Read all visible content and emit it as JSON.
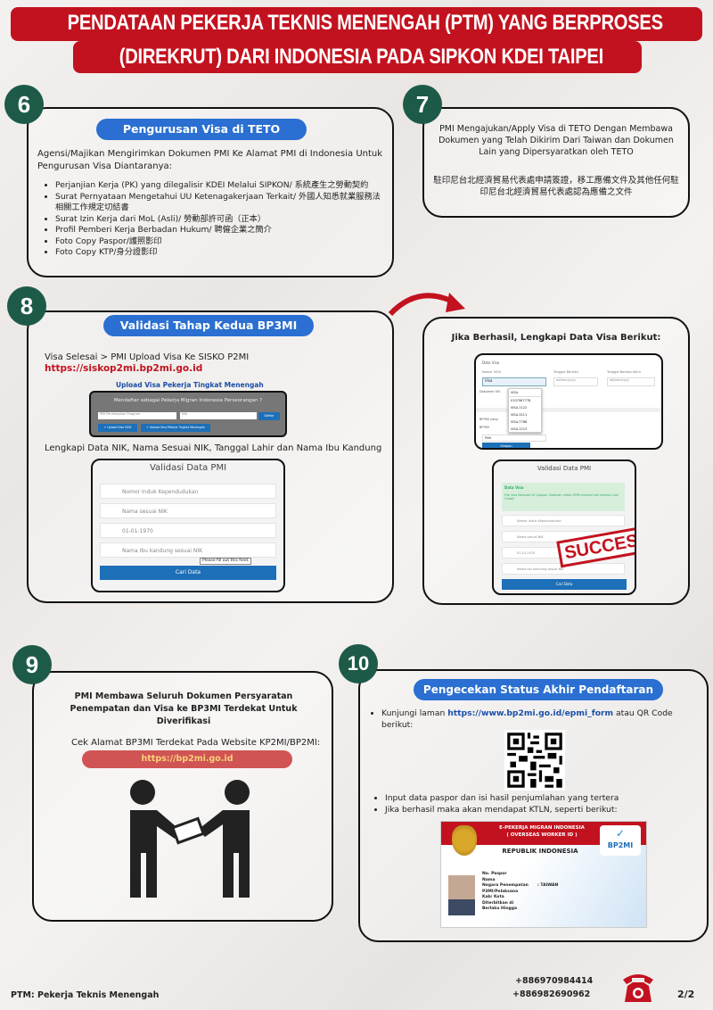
{
  "header": {
    "line1": "PENDATAAN PEKERJA TEKNIS MENENGAH (PTM) YANG BERPROSES",
    "line2": "(DIREKRUT) DARI INDONESIA PADA SIPKON KDEI TAIPEI"
  },
  "step6": {
    "number": "6",
    "title": "Pengurusan Visa di TETO",
    "intro": "Agensi/Majikan Mengirimkan Dokumen PMI Ke Alamat PMI di Indonesia Untuk Pengurusan Visa Diantaranya:",
    "items": [
      "Perjanjian Kerja (PK) yang dilegalisir KDEI Melalui SIPKON/ 系統產生之勞動契約",
      "Surat Pernyataan Mengetahui UU Ketenagakerjaan Terkait/ 外國人知悉就業服務法相關工作規定切結書",
      "Surat Izin Kerja dari MoL (Asli)/ 勞動部許可函（正本）",
      "Profil Pemberi Kerja Berbadan Hukum/ 聘僱企業之簡介",
      "Foto Copy Paspor/護照影印",
      "Foto Copy KTP/身分證影印"
    ]
  },
  "step7": {
    "number": "7",
    "text_id": "PMI Mengajukan/Apply Visa di TETO Dengan Membawa Dokumen yang Telah Dikirim Dari Taiwan dan Dokumen Lain yang Dipersyaratkan oleh TETO",
    "text_zh": "駐印尼台北經濟貿易代表處申請簽證，移工應備文件及其他任何駐印尼台北經濟貿易代表處認為應備之文件"
  },
  "step8": {
    "number": "8",
    "title": "Validasi Tahap Kedua BP3MI",
    "line1": "Visa Selesai > PMI Upload Visa Ke SISKO P2MI",
    "link": "https://siskop2mi.bp2mi.go.id",
    "upload_caption": "Upload Visa Pekerja Tingkat Menengah",
    "upload_shot": {
      "heading": "Mendaftar sebagai Pekerja Migran Indonesia Perseorangan ?",
      "select": "PMI Penempatan Program",
      "input": "NIK",
      "daftar": "Daftar",
      "btn1": "+ Upload Visa SSW",
      "btn2": "+ Upload Visa Pekerja Tingkat Menengah"
    },
    "line2": "Lengkapi Data NIK, Nama Sesuai NIK, Tanggal Lahir dan Nama Ibu Kandung",
    "form": {
      "title": "Validasi Data PMI",
      "fields": [
        "Nomor Induk Kependudukan",
        "Nama sesuai NIK",
        "01-01-1970",
        "Nama Ibu kandung sesuai NIK"
      ],
      "tooltip": "Please fill out this field.",
      "button": "Cari Data"
    }
  },
  "success_panel": {
    "title": "Jika Berhasil, Lengkapi Data Visa Berikut:",
    "visa_form": {
      "section": "Data Visa",
      "nomor_label": "Nomor VISA",
      "nomor_value": "Visa",
      "berlaku_label": "Tanggal Berlaku",
      "akhir_label": "Tanggal Berlaku Akhir",
      "date_placeholder": "dd/mm/yyyy",
      "dokumen_label": "Dokumen VIS",
      "options": [
        "VISA",
        "0107987778",
        "VISA-1122",
        "VISA-3211",
        "VISA-7788",
        "VISA-1213"
      ],
      "bp3mi_label": "BP3MI yang",
      "bp3mi_field": "BP3MI",
      "pilih": "Pilih",
      "simpan": "Simpan"
    },
    "result": {
      "title": "Validasi Data PMI",
      "alert_title": "Data Visa",
      "alert_text": "File Visa Berhasil Di Upload. Silahkan cetak EPMI melalui link berikut Link Cetak!",
      "fields": [
        "Nomor Induk Kependudukan",
        "Nama sesuai NIK",
        "01-01-1970",
        "Nama Ibu kandung sesuai NIK"
      ],
      "button": "Cari Data",
      "stamp": "SUCCESS"
    }
  },
  "step9": {
    "number": "9",
    "heading": "PMI Membawa Seluruh Dokumen Persyaratan Penempatan dan Visa ke BP3MI Terdekat Untuk Diverifikasi",
    "check": "Cek Alamat BP3MI Terdekat Pada Website KP2MI/BP2MI:",
    "link": "https://bp2mi.go.id"
  },
  "step10": {
    "number": "10",
    "title": "Pengecekan Status Akhir Pendaftaran",
    "bullet1_pre": "Kunjungi laman ",
    "bullet1_link": "https://www.bp2mi.go.id/epmi_form",
    "bullet1_post": " atau QR Code berikut:",
    "bullet2": "Input data paspor dan isi hasil penjumlahan yang tertera",
    "bullet3": "Jika berhasil maka akan mendapat KTLN, seperti berikut:",
    "card": {
      "header1": "E-PEKERJA MIGRAN INDONESIA",
      "header2": "( OVERSEAS WORKER ID )",
      "country": "REPUBLIK INDONESIA",
      "logo": "BP2MI",
      "labels": [
        "No. Paspor",
        "Nama",
        "Negara Penempatan",
        "P3MI/Pelaksana",
        "Kab/ Kota",
        "Diterbitkan di",
        "Berlaku Hingga"
      ],
      "negara_value": ": TAIWAN"
    }
  },
  "footer": {
    "note": "PTM: Pekerja Teknis Menengah",
    "phone1": "+886970984414",
    "phone2": "+886982690962",
    "page": "2/2"
  },
  "colors": {
    "red": "#c3121f",
    "green": "#1d5a48",
    "blue": "#2a6fd1",
    "link_red": "#c3121f",
    "link_blue": "#1b4fa8"
  }
}
